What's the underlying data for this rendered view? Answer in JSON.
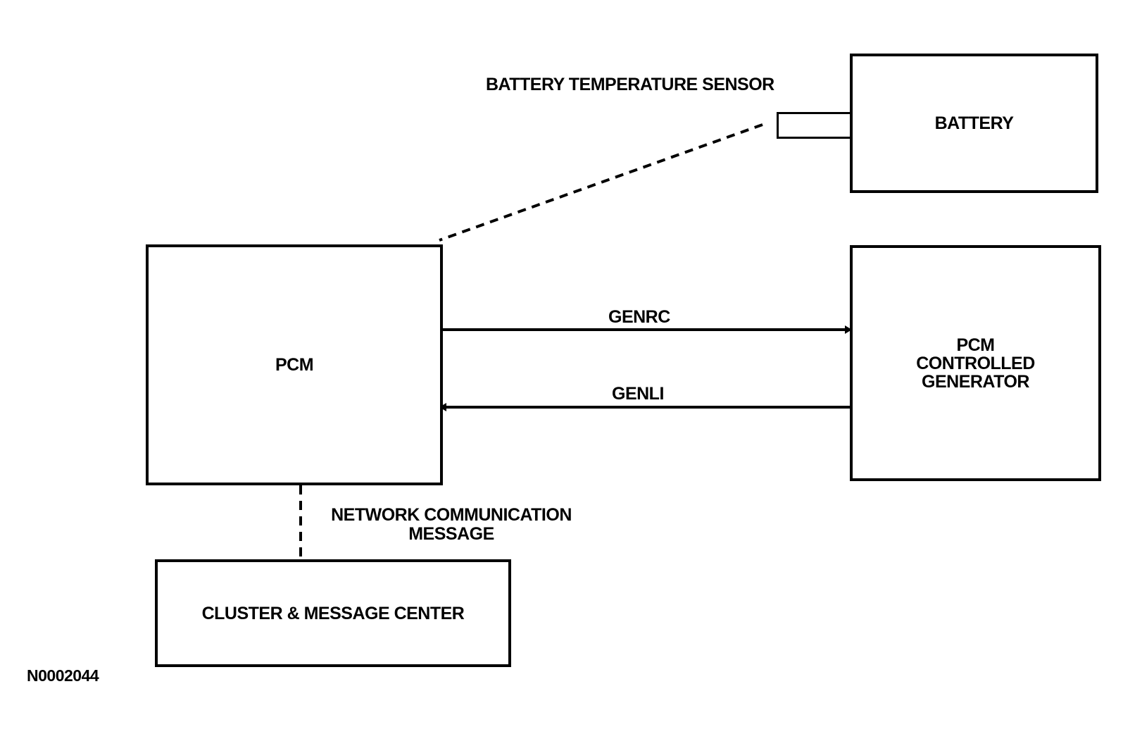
{
  "blocks": {
    "pcm": "PCM",
    "battery": "BATTERY",
    "generator": "PCM\nCONTROLLED\nGENERATOR",
    "cluster": "CLUSTER & MESSAGE CENTER"
  },
  "labels": {
    "battery_temp_sensor": "BATTERY TEMPERATURE SENSOR",
    "genrc": "GENRC",
    "genli": "GENLI",
    "network_message": "NETWORK COMMUNICATION\nMESSAGE",
    "figure_id": "N0002044"
  },
  "colors": {
    "line": "#000000",
    "background": "#ffffff"
  }
}
